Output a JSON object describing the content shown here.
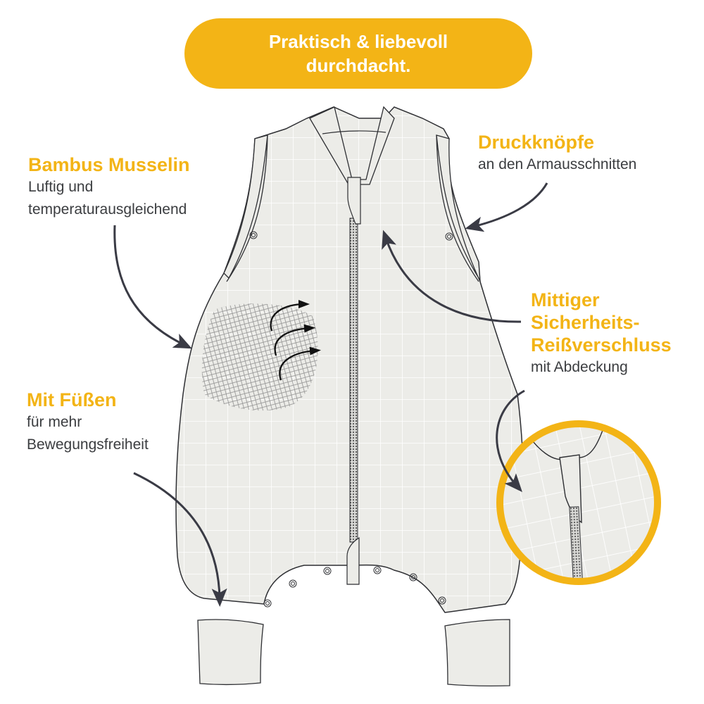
{
  "banner": {
    "line1": "Praktisch & liebevoll",
    "line2": "durchdacht."
  },
  "callouts": {
    "bamboo": {
      "title": "Bambus Musselin",
      "desc_line1": "Luftig und",
      "desc_line2": "temperaturausgleichend"
    },
    "snaps": {
      "title": "Druckknöpfe",
      "desc_line1": "an den Armausschnitten"
    },
    "zipper": {
      "title_line1": "Mittiger",
      "title_line2": "Sicherheits-",
      "title_line3": "Reißverschluss",
      "desc_line1": "mit Abdeckung"
    },
    "feet": {
      "title": "Mit Füßen",
      "desc_line1": "für mehr",
      "desc_line2": "Bewegungsfreiheit"
    }
  },
  "colors": {
    "accent": "#f3b416",
    "fabric": "#ecece8",
    "outline": "#2e2f33",
    "arrow": "#3a3b45",
    "text": "#3b3d40"
  },
  "illustration": {
    "subject": "sleeveless baby sleeping bag with feet",
    "detail_inset": "zipper-cover-closeup"
  }
}
